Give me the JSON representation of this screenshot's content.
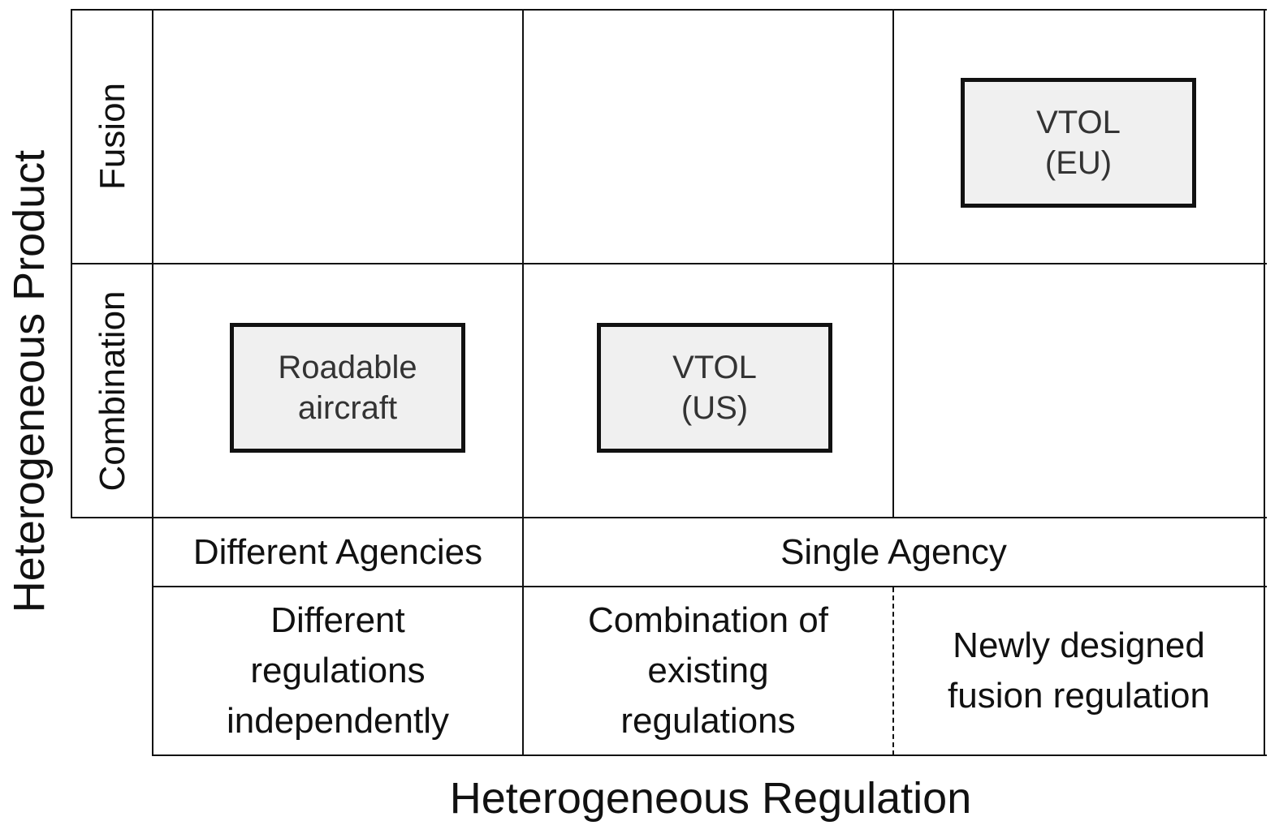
{
  "axes": {
    "y_label": "Heterogeneous Product",
    "x_label": "Heterogeneous Regulation"
  },
  "rows": [
    {
      "label": "Fusion"
    },
    {
      "label": "Combination"
    }
  ],
  "agencies": [
    {
      "label": "Different Agencies"
    },
    {
      "label": "Single Agency"
    }
  ],
  "regulations": [
    {
      "label": "Different\nregulations\nindependently"
    },
    {
      "label": "Combination of\nexisting\nregulations"
    },
    {
      "label": "Newly designed\nfusion regulation"
    }
  ],
  "items": [
    {
      "label": "VTOL\n(EU)"
    },
    {
      "label": "Roadable\naircraft"
    },
    {
      "label": "VTOL\n(US)"
    }
  ],
  "colors": {
    "box_fill": "#f0f0f0",
    "lines": "#111111"
  }
}
